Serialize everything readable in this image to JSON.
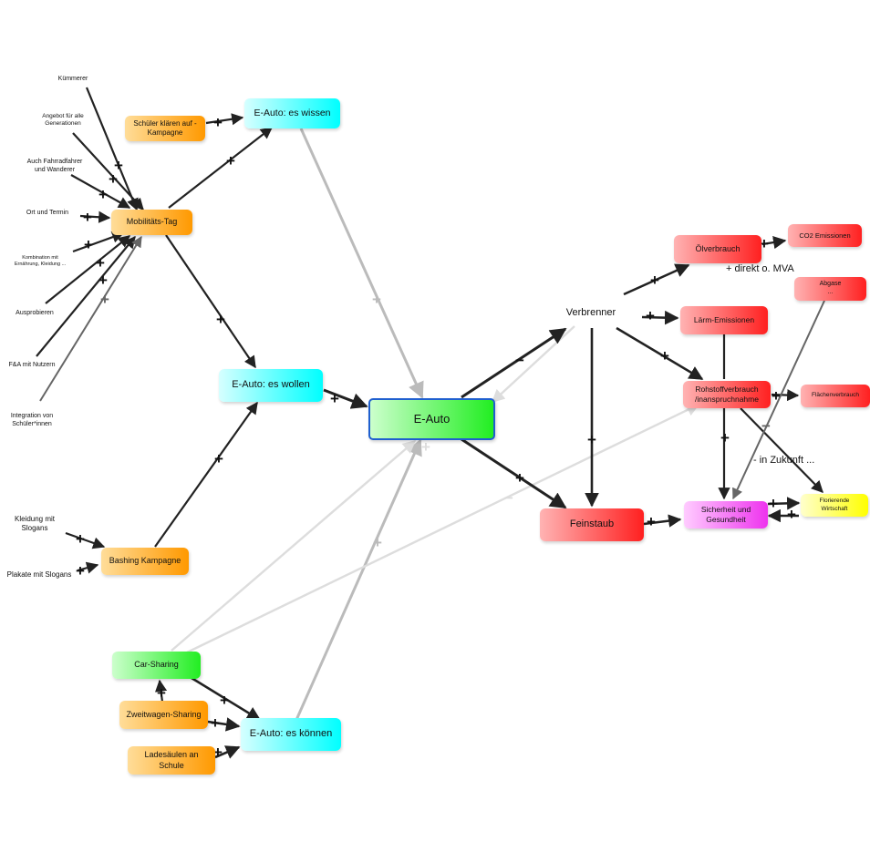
{
  "nodes": {
    "kuemmerer": "Kümmerer",
    "angebot": "Angebot für alle\nGenerationen",
    "fahrradfahrer": "Auch Fahrradfahrer\nund Wanderer",
    "ort_termin": "Ort und Termin",
    "kombination": "Kombination mit\nErnährung, Kleidung ...",
    "ausprobieren": "Ausprobieren",
    "fa_nutzern": "F&A mit Nutzern",
    "integration": "Integration von\nSchüler*innen",
    "schueler_kampagne": "Schüler klären auf -\nKampagne",
    "mobilitaets_tag": "Mobilitäts-Tag",
    "es_wissen": "E-Auto: es wissen",
    "es_wollen": "E-Auto: es wollen",
    "e_auto": "E-Auto",
    "kleidung": "Kleidung mit\nSlogans",
    "plakate": "Plakate mit Slogans",
    "bashing": "Bashing Kampagne",
    "car_sharing": "Car-Sharing",
    "zweitwagen": "Zweitwagen-Sharing",
    "ladesaeulen": "Ladesäulen an\nSchule",
    "es_koennen": "E-Auto: es können",
    "verbrenner": "Verbrenner",
    "oelverbrauch": "Ölverbrauch",
    "co2": "CO2 Emissionen",
    "abgase": "Abgase\n...",
    "laerm": "Lärm-Emissionen",
    "rohstoff": "Rohstoffverbrauch\n/inanspruchnahme",
    "flaechen": "Flächenverbrauch",
    "feinstaub": "Feinstaub",
    "sicherheit": "Sicherheit und\nGesundheit",
    "florierende": "Florierende\nWirtschaft"
  },
  "annotations": {
    "direkt_mva": "+ direkt o. MVA",
    "in_zukunft": "- in Zukunft ..."
  },
  "signs": {
    "plus": "+",
    "minus": "−"
  },
  "colors": {
    "link_dark": "#222222",
    "link_gray": "#bbbbbb",
    "link_light": "#dddddd",
    "link_mid": "#666666",
    "cyan": "#00ffff",
    "orange": "#ff9900",
    "green": "#22ee22",
    "red": "#ff2020",
    "pink": "#ee33ee",
    "yellow": "#ffff00",
    "e_auto_border": "#1f5fcf"
  }
}
